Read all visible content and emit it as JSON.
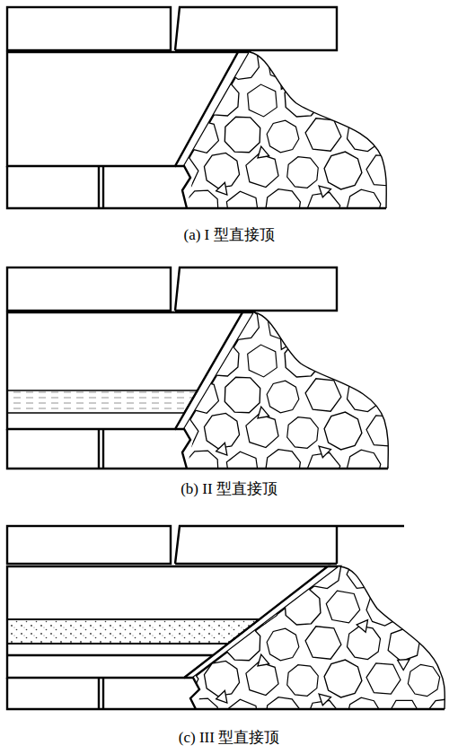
{
  "diagram": {
    "labels": [
      "(a) I 型直接顶",
      "(b) II 型直接顶",
      "(c) III 型直接顶"
    ]
  }
}
